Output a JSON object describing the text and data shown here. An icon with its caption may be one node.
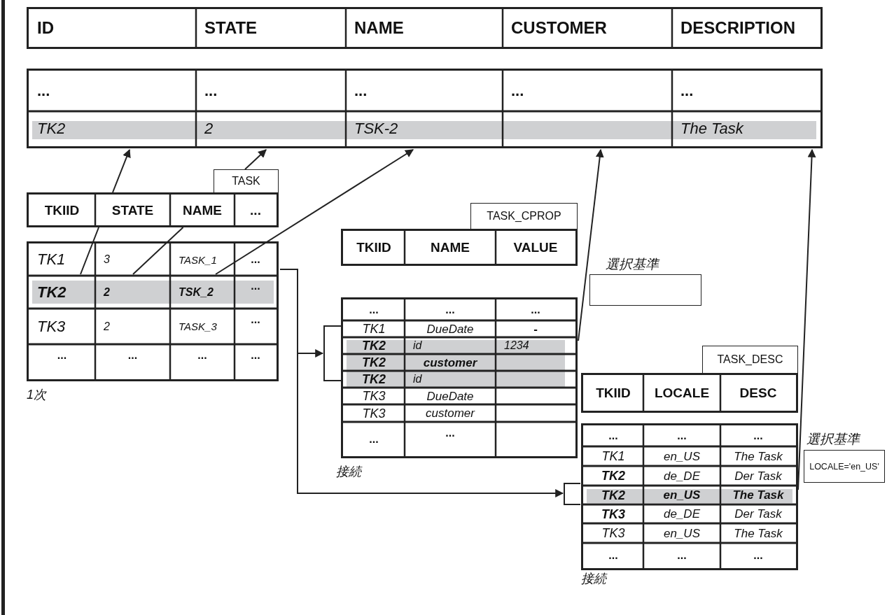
{
  "diagram": {
    "nodes": [
      {
        "text": [
          "ID",
          "STATE",
          "NAME",
          "CUSTOMER",
          "DESCRIPTION"
        ]
      },
      {
        "text": [
          "...",
          "...",
          "...",
          "...",
          "...",
          "TK2",
          "2",
          "TSK-2",
          "The Task"
        ]
      },
      {
        "text": [
          "TASK"
        ]
      },
      {
        "text": [
          "TKIID",
          "STATE",
          "NAME",
          "..."
        ]
      },
      {
        "text": [
          "TK1",
          "3",
          "TASK_1",
          "...",
          "TK2",
          "2",
          "TSK_2",
          "...",
          "TK3",
          "2",
          "TASK_3",
          "...",
          "...",
          "...",
          "...",
          "..."
        ],
        "beside": [
          "1次"
        ]
      },
      {
        "text": [
          "TASK_CPROP"
        ]
      },
      {
        "text": [
          "TKIID",
          "NAME",
          "VALUE"
        ]
      },
      {
        "text": [
          "...",
          "...",
          "...",
          "TK1",
          "DueDate",
          "-",
          "TK2",
          "id",
          "1234",
          "TK2",
          "customer",
          "TK2",
          "id",
          "TK3",
          "DueDate",
          "TK3",
          "customer",
          "...",
          "..."
        ],
        "beside": [
          "接続"
        ]
      },
      {
        "text": [
          "選択基準"
        ]
      },
      {
        "text": [
          "TASK_DESC"
        ]
      },
      {
        "text": [
          "TKIID",
          "LOCALE",
          "DESC"
        ]
      },
      {
        "text": [
          "...",
          "...",
          "...",
          "TK1",
          "en_US",
          "The Task",
          "TK2",
          "de_DE",
          "Der Task",
          "TK2",
          "en_US",
          "The Task",
          "TK3",
          "de_DE",
          "Der Task",
          "TK3",
          "en_US",
          "The Task",
          "...",
          "...",
          "..."
        ],
        "beside": [
          "接続"
        ]
      },
      {
        "text": [
          "選択基準",
          "LOCALE='en_US'"
        ]
      },
      {
        "text": [],
        "shape": "bracket"
      },
      {
        "text": [],
        "shape": "bracket"
      }
    ],
    "edges": [
      {
        "from": 3,
        "to": 1,
        "arrow": "to"
      },
      {
        "from": 4,
        "to": 3,
        "arrow": "none"
      },
      {
        "from": 2,
        "to": 1,
        "arrow": "to"
      },
      {
        "from": 4,
        "to": 3,
        "arrow": "none"
      },
      {
        "from": 4,
        "to": 1,
        "arrow": "to"
      },
      {
        "from": 7,
        "to": 1,
        "arrow": "to"
      },
      {
        "from": 11,
        "to": 1,
        "arrow": "to"
      },
      {
        "from": 4,
        "to": 13,
        "arrow": "to"
      },
      {
        "from": 4,
        "to": 14,
        "arrow": "to"
      }
    ]
  }
}
